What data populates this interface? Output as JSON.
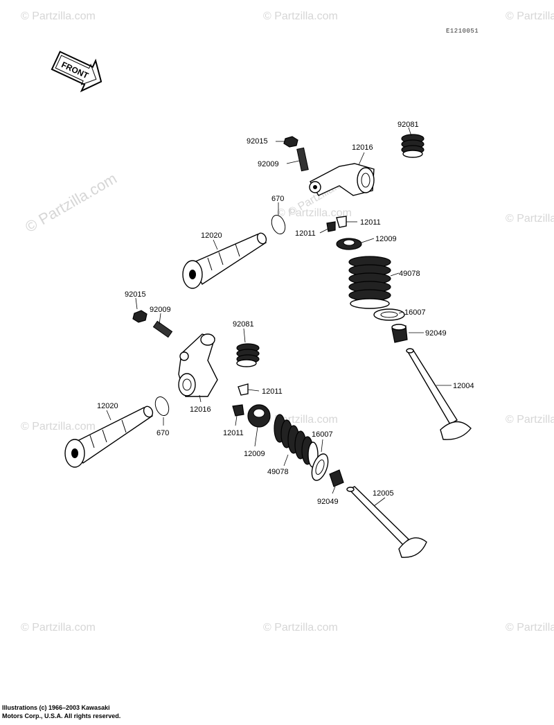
{
  "diagram_code": "E1210051",
  "front_label": "FRONT",
  "watermark": "© Partzilla.com",
  "copyright": {
    "line1": "Illustrations (c) 1966–2003 Kawasaki",
    "line2": "Motors Corp., U.S.A.  All rights reserved."
  },
  "parts": {
    "p92015_top": "92015",
    "p92009_top": "92009",
    "p12016_top": "12016",
    "p92081_top": "92081",
    "p670_top": "670",
    "p12011_top_r": "12011",
    "p12011_top_l": "12011",
    "p12009_top": "12009",
    "p12020_top": "12020",
    "p49078_top": "49078",
    "p16007_top": "16007",
    "p92049_top": "92049",
    "p12004": "12004",
    "p92015_bot": "92015",
    "p92009_bot": "92009",
    "p92081_bot": "92081",
    "p12016_bot": "12016",
    "p12011_bot_r": "12011",
    "p12011_bot_l": "12011",
    "p12020_bot": "12020",
    "p670_bot": "670",
    "p16007_bot": "16007",
    "p12009_bot": "12009",
    "p49078_bot": "49078",
    "p92049_bot": "92049",
    "p12005": "12005"
  }
}
